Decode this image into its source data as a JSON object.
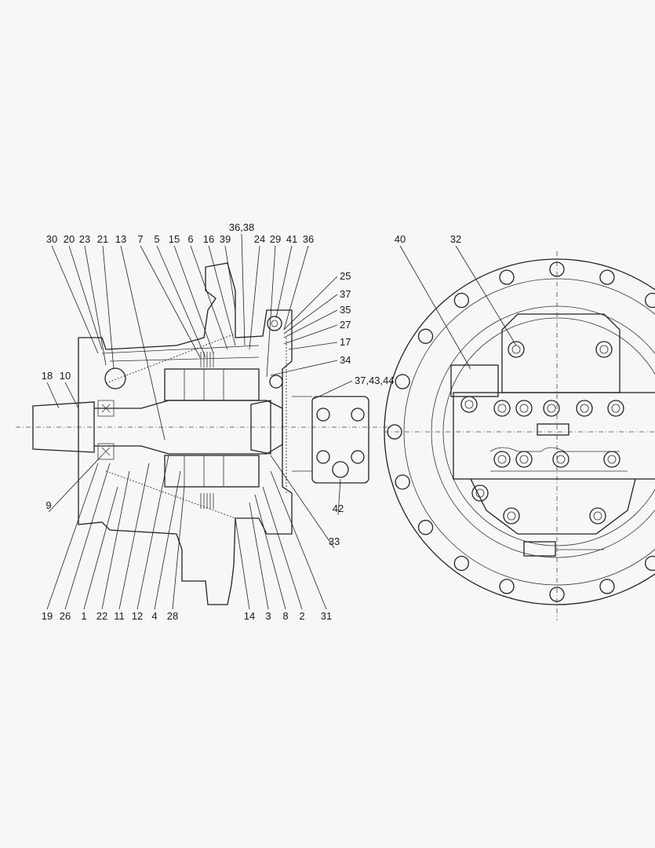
{
  "diagram": {
    "type": "sectional assembly drawing with part callouts",
    "left_view": {
      "callouts_top": [
        "30",
        "20",
        "23",
        "21",
        "13",
        "7",
        "5",
        "15",
        "6",
        "16",
        "39",
        "36,38",
        "24",
        "29",
        "41",
        "36"
      ],
      "callouts_right": [
        "25",
        "37",
        "35",
        "27",
        "17",
        "34",
        "37,43,44"
      ],
      "callouts_left": [
        "18",
        "10",
        "9"
      ],
      "callouts_bottom": [
        "19",
        "26",
        "1",
        "22",
        "11",
        "12",
        "4",
        "28",
        "14",
        "3",
        "8",
        "2",
        "31"
      ],
      "callouts_other": [
        "42",
        "33"
      ]
    },
    "right_view": {
      "callouts": [
        "40",
        "32"
      ]
    }
  }
}
